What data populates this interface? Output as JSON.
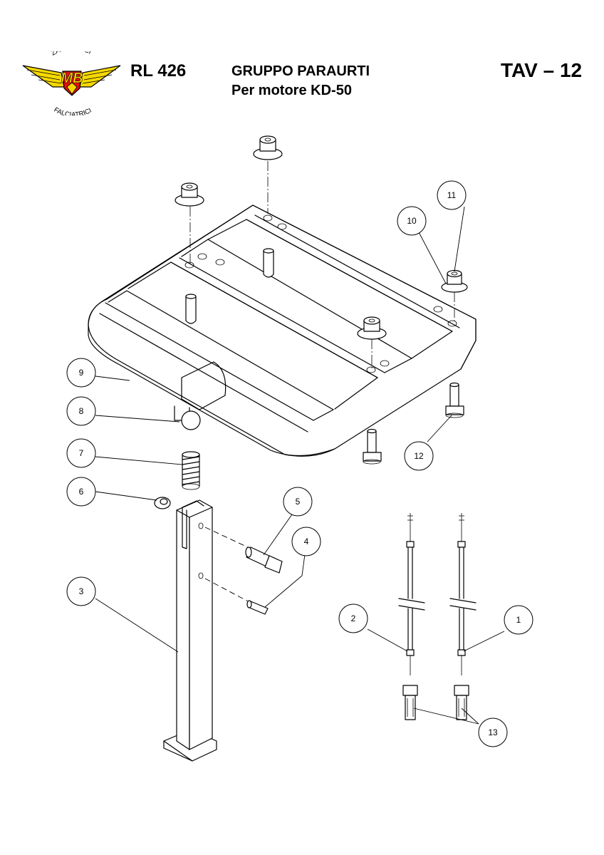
{
  "header": {
    "model": "RL 426",
    "title": "GRUPPO PARAURTI",
    "subtitle": "Per motore KD-50",
    "sheet": "TAV – 12"
  },
  "logo": {
    "top_text": "ZAPPATRICI",
    "center_text": "MB",
    "bottom_text": "FALCIATRICI",
    "colors": {
      "wing": "#f5d800",
      "body": "#e01010",
      "outline": "#000000"
    }
  },
  "callouts": [
    {
      "id": "callout-1",
      "label": "1"
    },
    {
      "id": "callout-2",
      "label": "2"
    },
    {
      "id": "callout-3",
      "label": "3"
    },
    {
      "id": "callout-4",
      "label": "4"
    },
    {
      "id": "callout-5",
      "label": "5"
    },
    {
      "id": "callout-6",
      "label": "6"
    },
    {
      "id": "callout-7",
      "label": "7"
    },
    {
      "id": "callout-8",
      "label": "8"
    },
    {
      "id": "callout-9",
      "label": "9"
    },
    {
      "id": "callout-10",
      "label": "10"
    },
    {
      "id": "callout-11",
      "label": "11"
    },
    {
      "id": "callout-12",
      "label": "12"
    },
    {
      "id": "callout-13",
      "label": "13"
    }
  ]
}
